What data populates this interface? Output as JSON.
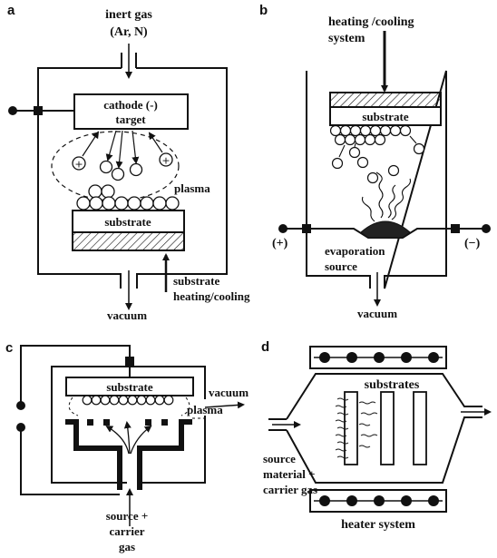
{
  "panels": {
    "a": {
      "letter": "a",
      "gas_line1": "inert gas",
      "gas_line2": "(Ar, N)",
      "cathode_line1": "cathode (-)",
      "cathode_line2": "target",
      "plasma": "plasma",
      "substrate": "substrate",
      "heat_line1": "substrate",
      "heat_line2": "heating/cooling",
      "vacuum": "vacuum"
    },
    "b": {
      "letter": "b",
      "heat_line1": "heating /cooling",
      "heat_line2": "system",
      "substrate": "substrate",
      "plus": "(+)",
      "minus": "(−)",
      "evap_line1": "evaporation",
      "evap_line2": "source",
      "vacuum": "vacuum"
    },
    "c": {
      "letter": "c",
      "substrate": "substrate",
      "vacuum": "vacuum",
      "plasma": "plasma",
      "source_line1": "source +",
      "source_line2": "carrier",
      "source_line3": "gas"
    },
    "d": {
      "letter": "d",
      "substrates": "substrates",
      "source_line1": "source",
      "source_line2": "material +",
      "source_line3": "carrier gas",
      "heater": "heater system"
    }
  }
}
